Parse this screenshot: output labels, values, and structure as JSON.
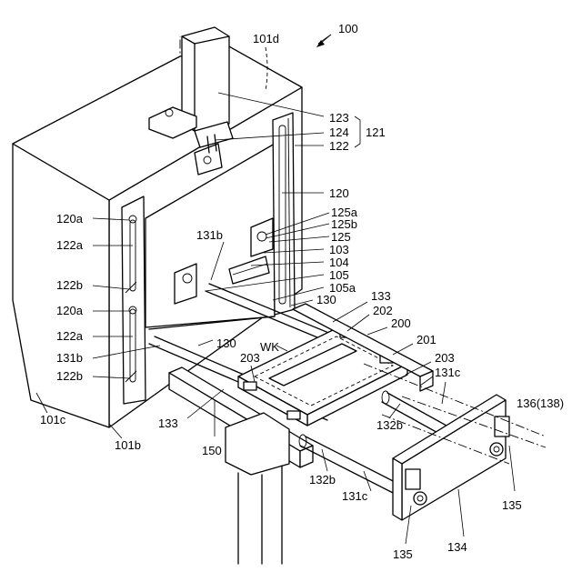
{
  "labels": {
    "l100": "100",
    "l101d": "101d",
    "l123": "123",
    "l124": "124",
    "l122top": "122",
    "l121": "121",
    "l120": "120",
    "l125a": "125a",
    "l125b": "125b",
    "l125": "125",
    "l103": "103",
    "l104": "104",
    "l105": "105",
    "l105a": "105a",
    "l130r": "130",
    "l133r": "133",
    "l202": "202",
    "l200": "200",
    "l201": "201",
    "l203r": "203",
    "l131cR": "131c",
    "l136": "136(138)",
    "l132bR": "132b",
    "l135R": "135",
    "l134": "134",
    "l135B": "135",
    "l131cB": "131c",
    "l132bB": "132b",
    "l150": "150",
    "l133L": "133",
    "l203L": "203",
    "lWK": "WK",
    "l130c": "130",
    "l131bTop": "131b",
    "l120aTop": "120a",
    "l122aTop": "122a",
    "l122bTop": "122b",
    "l120aBot": "120a",
    "l122aBot": "122a",
    "l131bL": "131b",
    "l122bBot": "122b",
    "l101c": "101c",
    "l101b": "101b"
  }
}
